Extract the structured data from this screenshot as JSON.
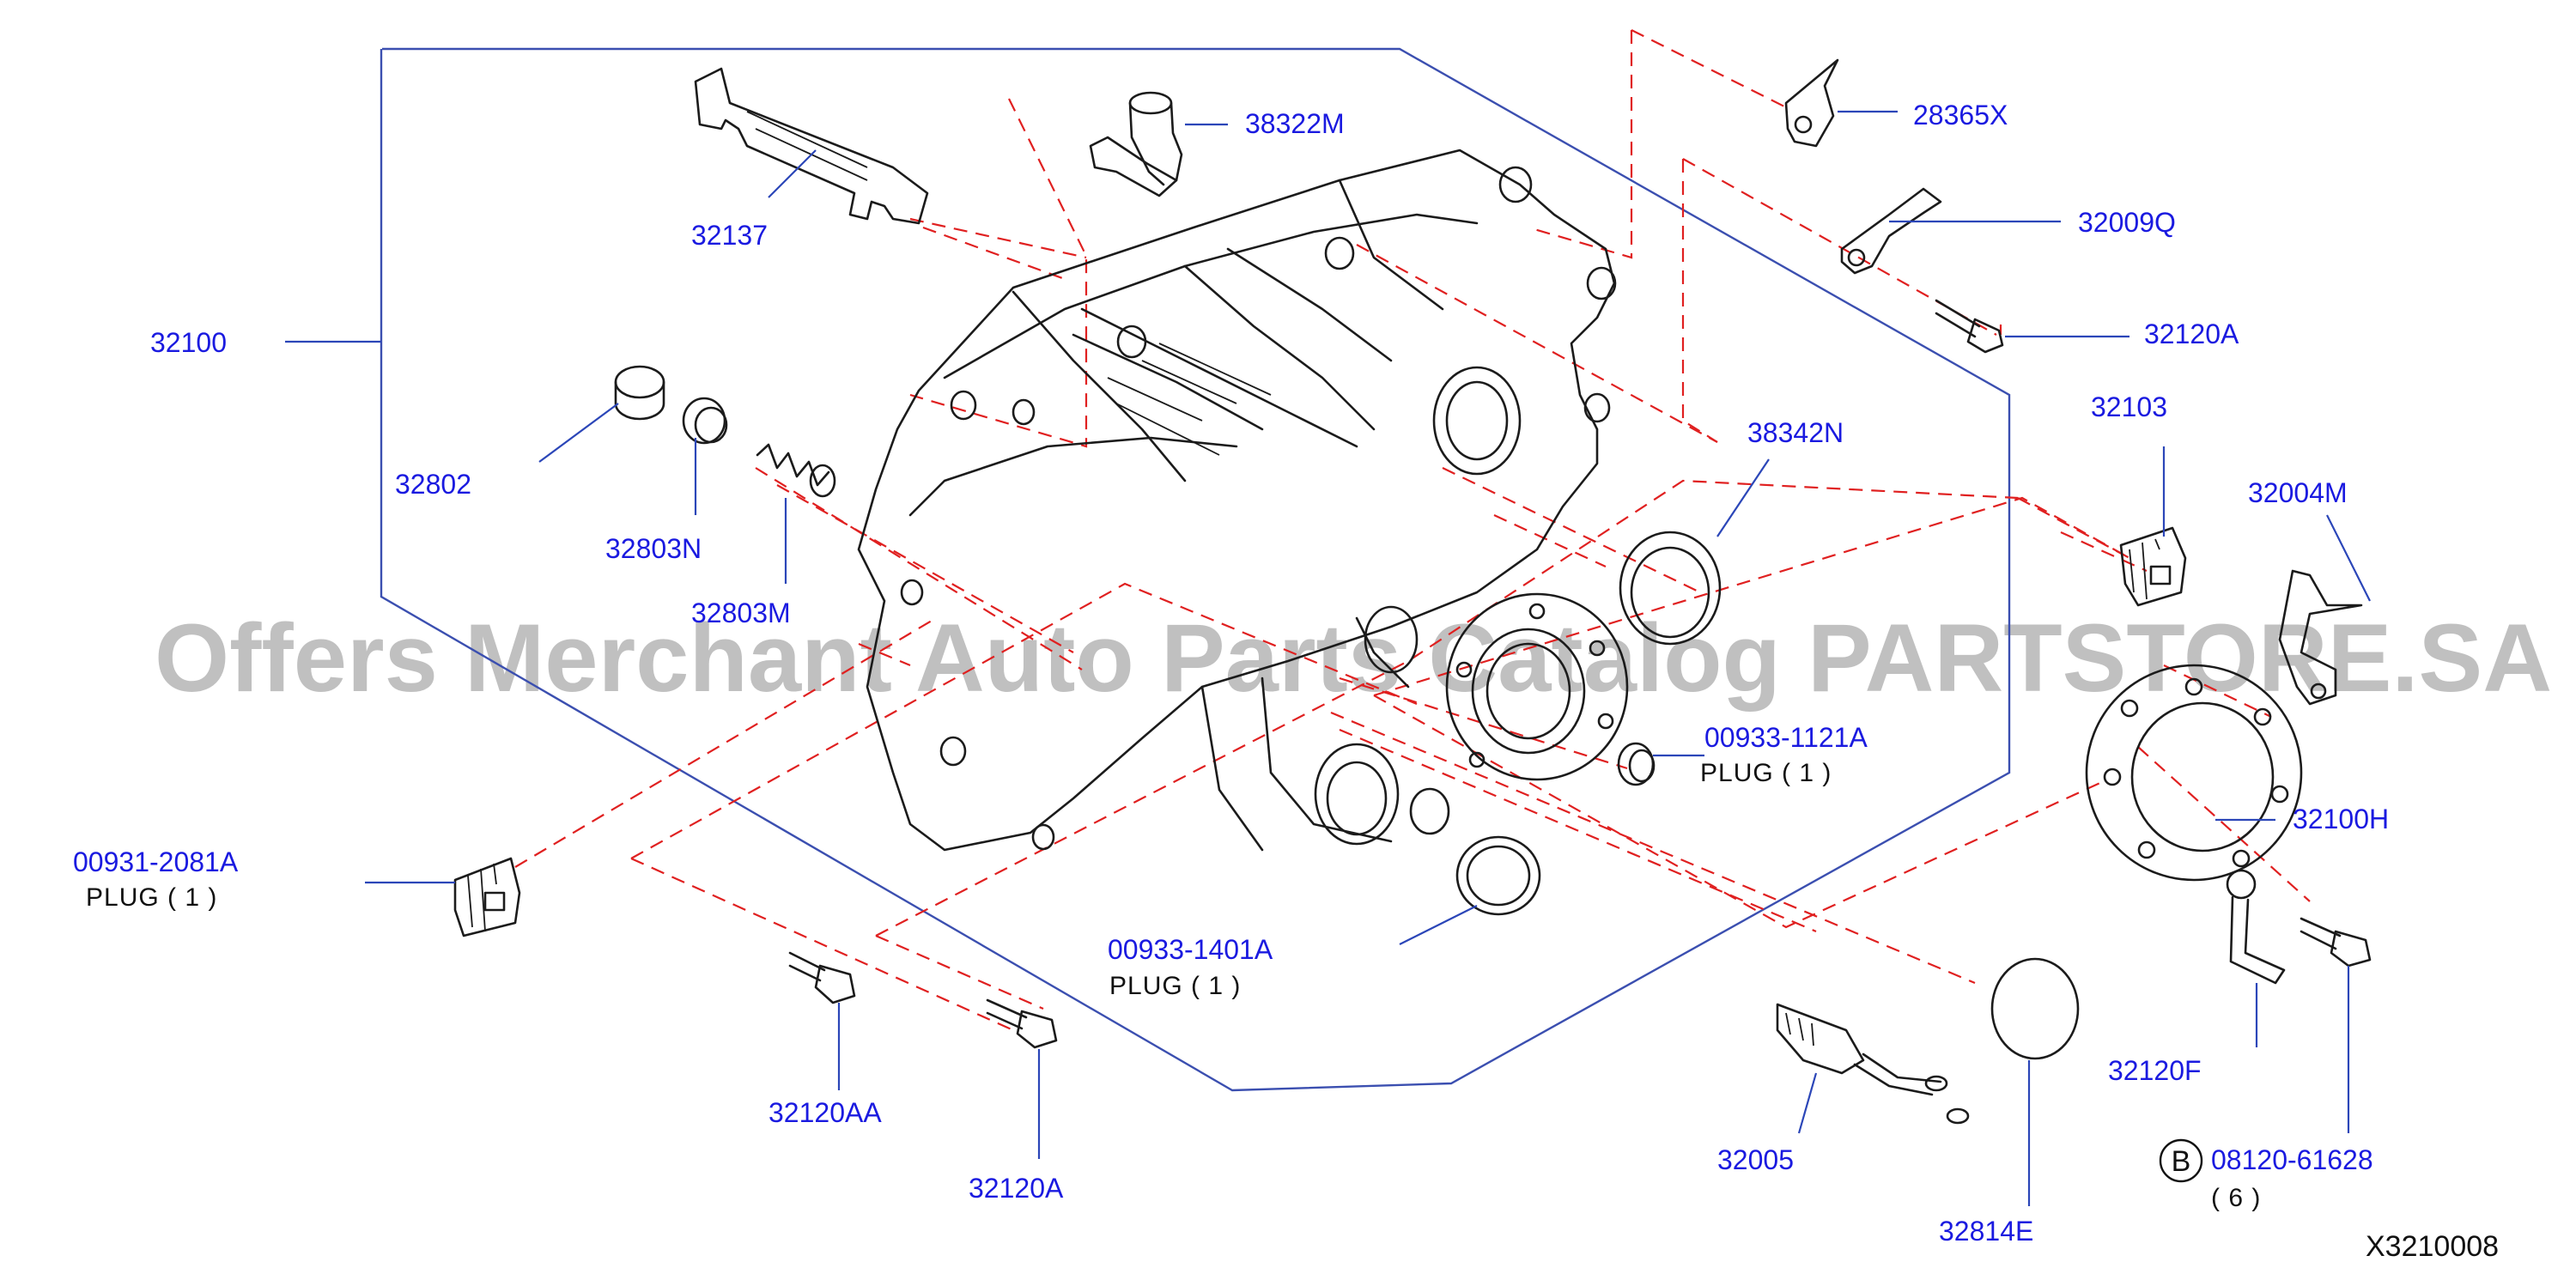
{
  "diagram_code": "X3210008",
  "watermark": "Offers Merchant Auto Parts Catalog PARTSTORE.SA",
  "badge_letter": "B",
  "notes": {
    "plug_00931": "PLUG ( 1 )",
    "plug_00933_1121": "PLUG   ( 1 )",
    "plug_00933_1401": "PLUG   ( 1 )",
    "qty_08120": "( 6 )"
  },
  "parts": {
    "p32100": "32100",
    "p32137": "32137",
    "p38322M": "38322M",
    "p28365X": "28365X",
    "p32009Q": "32009Q",
    "p32120A_top": "32120A",
    "p32103": "32103",
    "p38342N": "38342N",
    "p32004M": "32004M",
    "p32802": "32802",
    "p32803N": "32803N",
    "p32803M": "32803M",
    "p00933_1121A": "00933-1121A",
    "p32100H": "32100H",
    "p00931_2081A": "00931-2081A",
    "p00933_1401A": "00933-1401A",
    "p32120F": "32120F",
    "p32120AA": "32120AA",
    "p32120A_bottom": "32120A",
    "p32005": "32005",
    "p08120_61628": "08120-61628",
    "p32814E": "32814E"
  }
}
